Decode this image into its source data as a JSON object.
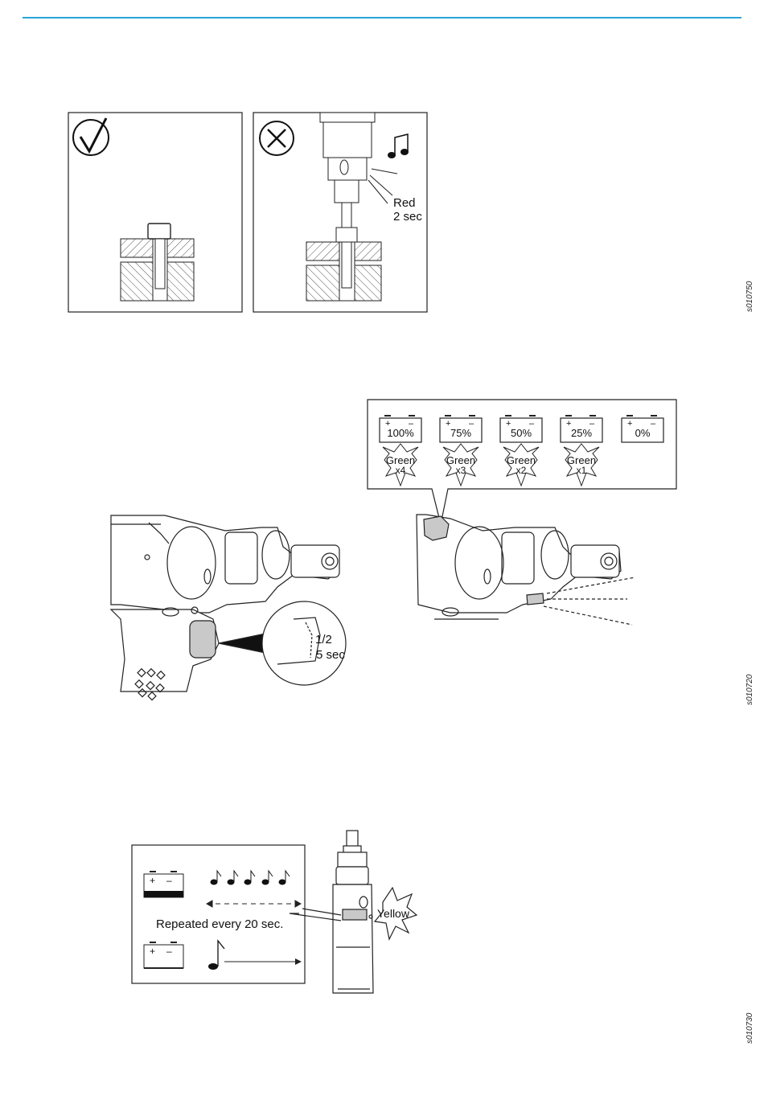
{
  "header": {
    "rule_color": "#2aa4d6"
  },
  "figure1": {
    "code": "s010750",
    "correct_icon": "checkmark-circle-icon",
    "wrong_icon": "cross-circle-icon",
    "music_icon": "music-notes-icon",
    "label_red": "Red",
    "label_duration": "2 sec"
  },
  "figure2": {
    "code": "s010720",
    "levels": [
      {
        "percent": "100%",
        "color": "Green",
        "count": "x4"
      },
      {
        "percent": "75%",
        "color": "Green",
        "count": "x3"
      },
      {
        "percent": "50%",
        "color": "Green",
        "count": "x2"
      },
      {
        "percent": "25%",
        "color": "Green",
        "count": "x1"
      },
      {
        "percent": "0%",
        "color": "",
        "count": ""
      }
    ],
    "battery_plus": "+",
    "battery_minus": "–",
    "press_fraction": "1/2",
    "press_duration": "5 sec"
  },
  "figure3": {
    "code": "s010730",
    "repeat_text": "Repeated every 20 sec.",
    "indicator_color": "Yellow",
    "battery_plus": "+",
    "battery_minus": "–",
    "accent_yellow": "#c9c9c9"
  }
}
